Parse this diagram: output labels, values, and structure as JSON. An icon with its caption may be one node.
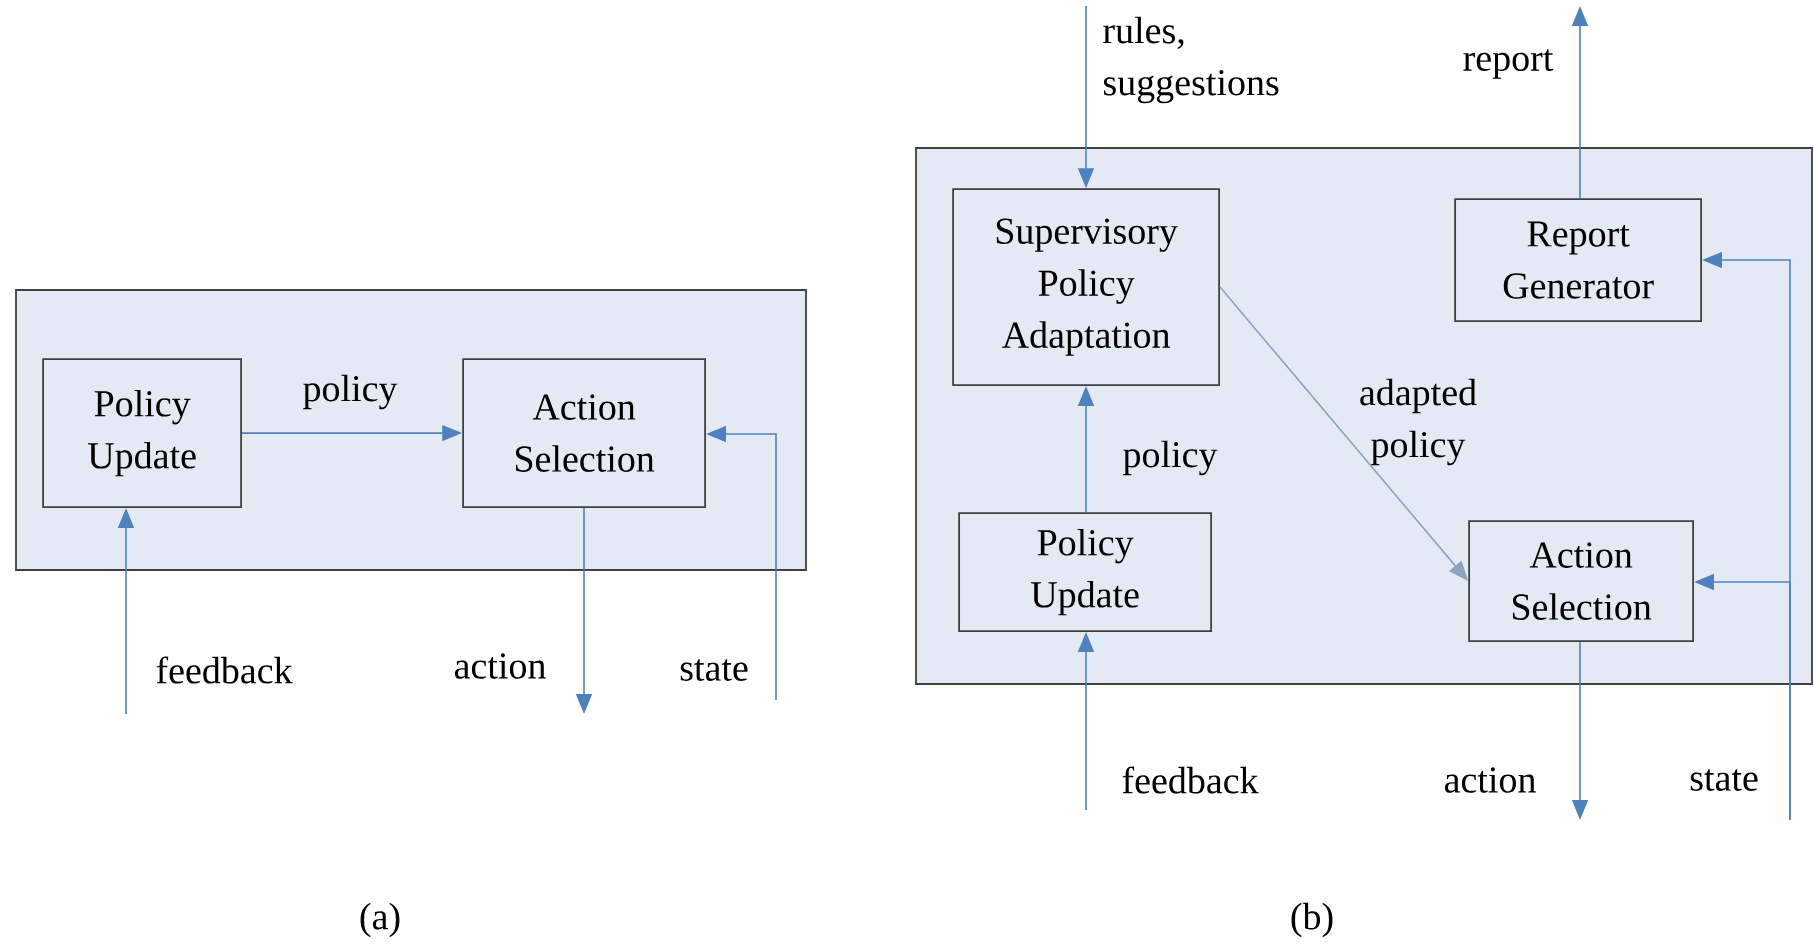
{
  "diagram": {
    "nodes": [
      {
        "text": [],
        "shape": "box"
      },
      {
        "text": [
          "Policy Update"
        ],
        "in": 0
      },
      {
        "text": [
          "Action Selection"
        ],
        "in": 0
      },
      {
        "text": [],
        "shape": "box"
      },
      {
        "text": [
          "Supervisory Policy Adaptation"
        ],
        "in": 3
      },
      {
        "text": [
          "Report Generator"
        ],
        "in": 3
      },
      {
        "text": [
          "Policy Update"
        ],
        "in": 3
      },
      {
        "text": [
          "Action Selection"
        ],
        "in": 3
      }
    ],
    "edges": [
      {
        "from": 1,
        "to": 2,
        "arrow": "to",
        "label": "policy"
      },
      {
        "from": null,
        "to": 1,
        "arrow": "to",
        "label": "feedback"
      },
      {
        "from": 2,
        "to": null,
        "arrow": "to",
        "label": "action"
      },
      {
        "from": null,
        "to": 2,
        "arrow": "to",
        "label": "state"
      },
      {
        "from": null,
        "to": 4,
        "arrow": "to",
        "label": "rules, suggestions"
      },
      {
        "from": 5,
        "to": null,
        "arrow": "to",
        "label": "report"
      },
      {
        "from": 6,
        "to": 4,
        "arrow": "to",
        "label": "policy"
      },
      {
        "from": 4,
        "to": 7,
        "arrow": "to",
        "label": "adapted policy",
        "color": "#8ea2bd"
      },
      {
        "from": null,
        "to": 6,
        "arrow": "to",
        "label": "feedback"
      },
      {
        "from": 7,
        "to": null,
        "arrow": "to",
        "label": "action"
      },
      {
        "from": null,
        "to": 7,
        "arrow": "to",
        "label": "state"
      },
      {
        "from": null,
        "to": 5,
        "arrow": "to"
      }
    ],
    "labels": [
      "(a)",
      "(b)"
    ]
  }
}
